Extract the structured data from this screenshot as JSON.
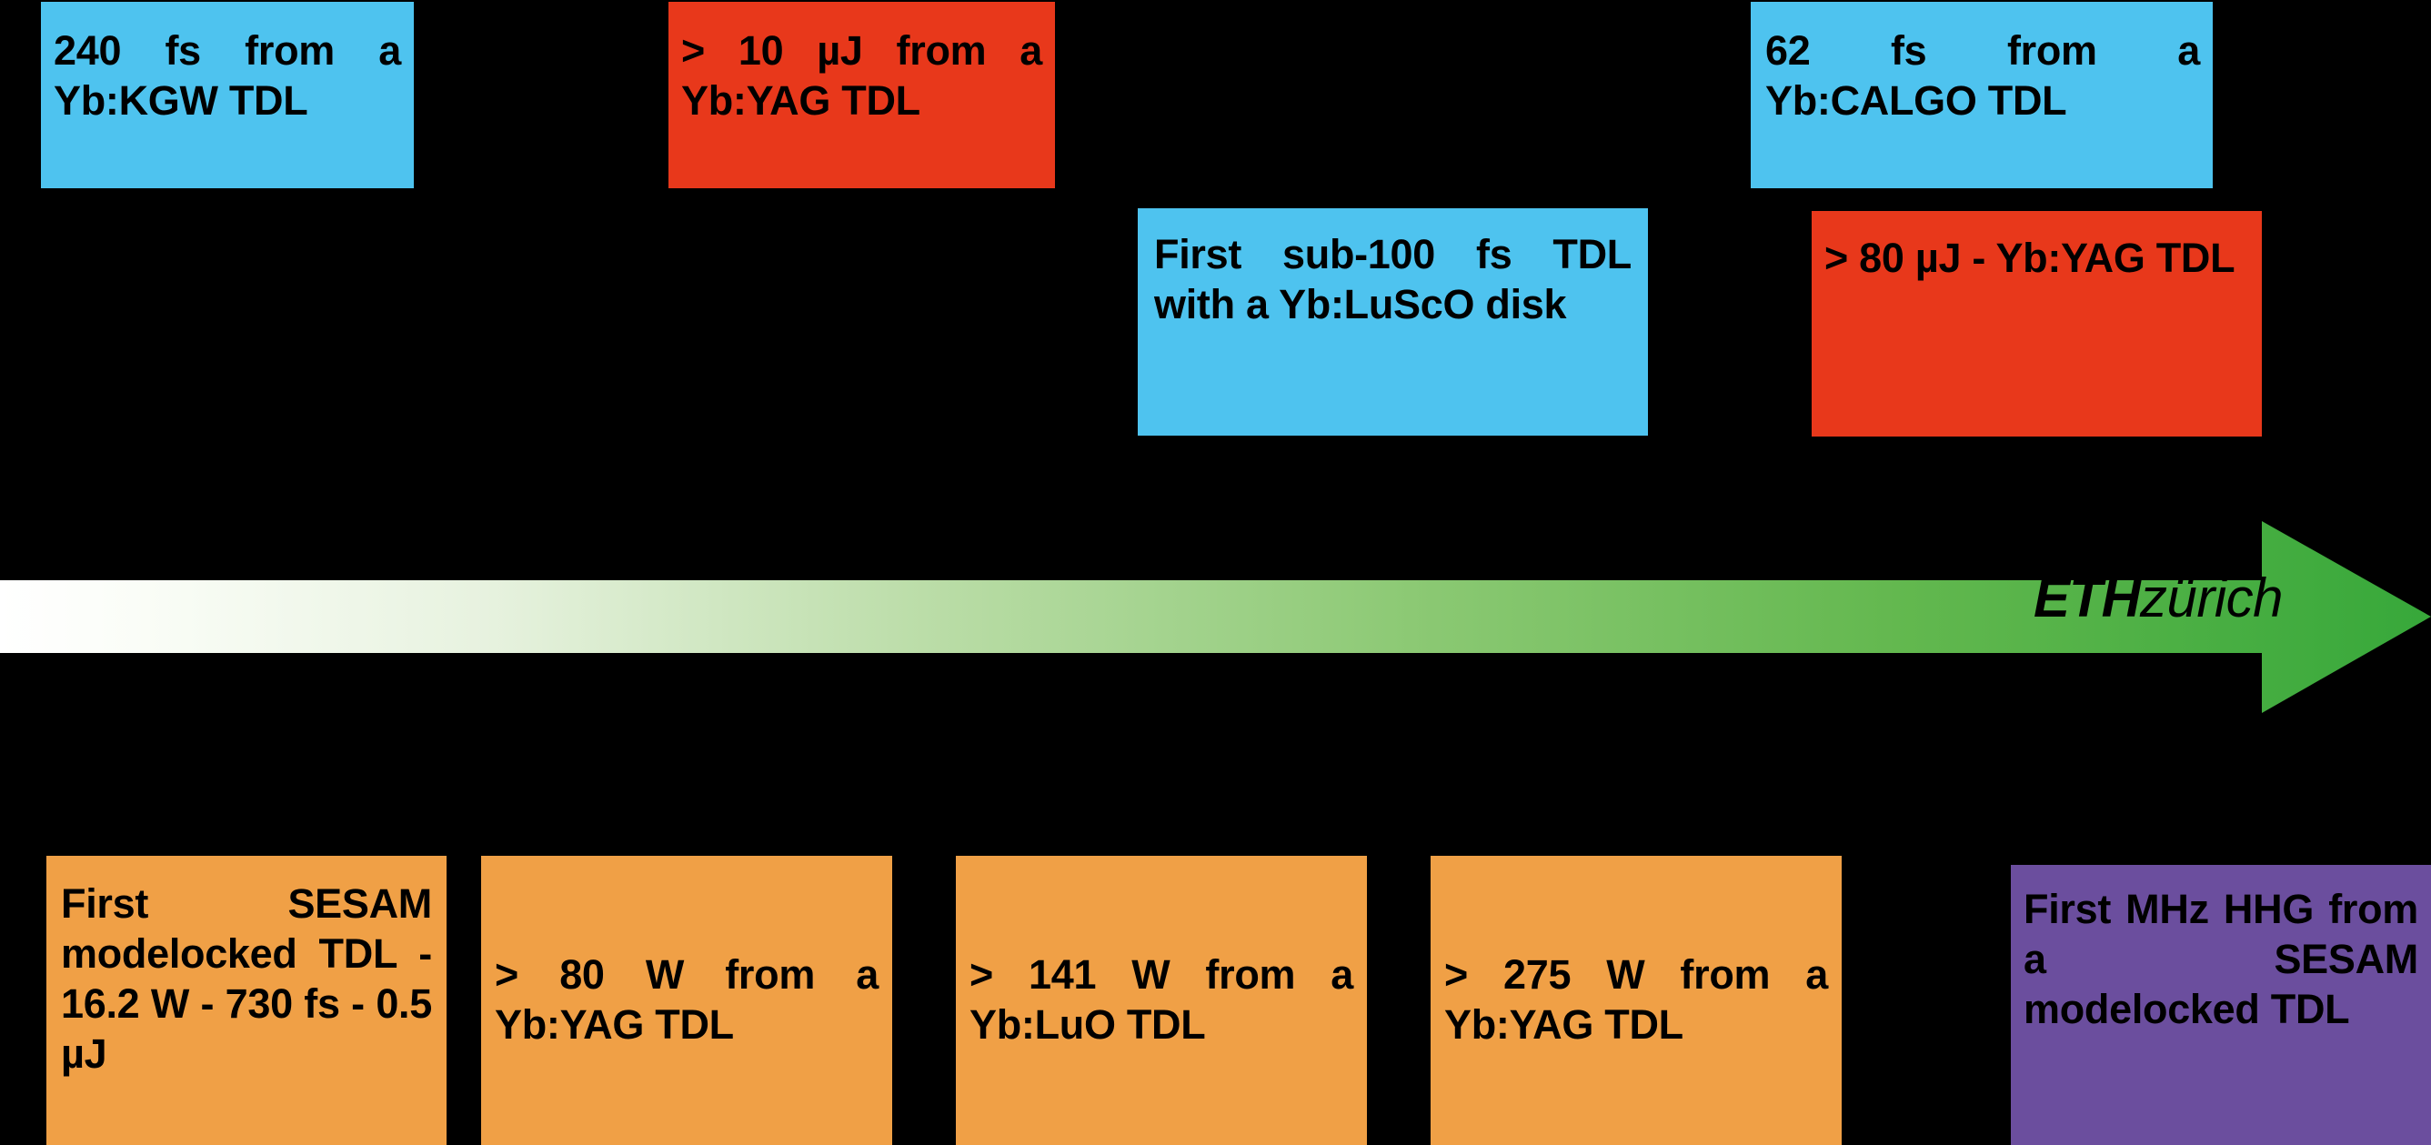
{
  "diagram": {
    "title": "ETH Zurich thin-disk laser milestones timeline",
    "background_color": "#000000",
    "colors": {
      "blue": "#4EC3EF",
      "red": "#E8381B",
      "orange": "#F0A046",
      "purple": "#6B4E9E",
      "arrow_green_light": "#FFFFFF",
      "arrow_green_dark": "#3AAA35"
    }
  },
  "top_row": {
    "boxes": [
      {
        "id": "yb-kgw",
        "text": "240 fs from a Yb:KGW TDL",
        "color": "#4EC3EF"
      },
      {
        "id": "yb-yag-10uj",
        "text": "> 10 µJ from a Yb:YAG TDL",
        "color": "#E8381B"
      },
      {
        "id": "yb-calgo",
        "text": "62 fs from a Yb:CALGO TDL",
        "color": "#4EC3EF"
      }
    ]
  },
  "middle_row": {
    "boxes": [
      {
        "id": "yb-lusco",
        "text": "First sub-100 fs TDL with a Yb:LuScO disk",
        "color": "#4EC3EF"
      },
      {
        "id": "yb-yag-80uj",
        "text": "> 80 µJ - Yb:YAG TDL",
        "color": "#E8381B"
      }
    ]
  },
  "bottom_row": {
    "boxes": [
      {
        "id": "first-sesam",
        "text": "First SESAM modelocked TDL - 16.2 W - 730 fs - 0.5 µJ",
        "color": "#F0A046"
      },
      {
        "id": "yb-yag-80w",
        "text": "> 80 W from a Yb:YAG TDL",
        "color": "#F0A046"
      },
      {
        "id": "yb-luo-141w",
        "text": "> 141 W from a Yb:LuO TDL",
        "color": "#F0A046"
      },
      {
        "id": "yb-yag-275w",
        "text": "> 275 W from a Yb:YAG TDL",
        "color": "#F0A046"
      },
      {
        "id": "first-mhz-hhg",
        "text": "First MHz HHG from a SESAM modelocked TDL",
        "color": "#6B4E9E"
      }
    ]
  },
  "arrow": {
    "name": "timeline-arrow",
    "direction": "right",
    "logo_mark": "ETH",
    "logo_city": "zürich"
  }
}
